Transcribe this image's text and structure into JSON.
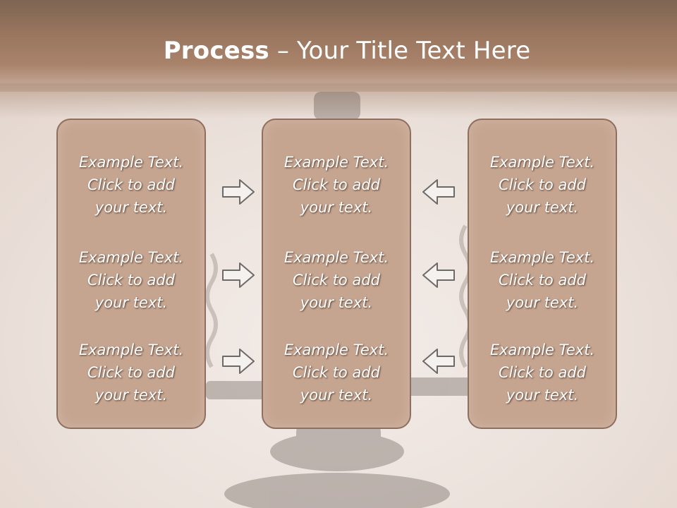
{
  "slide": {
    "title_bold": "Process",
    "title_rest": " – Your Title Text Here"
  },
  "columns": [
    {
      "items": [
        {
          "l1": "Example Text.",
          "l2": "Click  to add",
          "l3": "your text."
        },
        {
          "l1": "Example Text.",
          "l2": "Click  to add",
          "l3": "your text."
        },
        {
          "l1": "Example Text.",
          "l2": "Click  to add",
          "l3": "your text."
        }
      ]
    },
    {
      "items": [
        {
          "l1": "Example Text.",
          "l2": "Click  to add",
          "l3": "your text."
        },
        {
          "l1": "Example Text.",
          "l2": "Click  to add",
          "l3": "your text."
        },
        {
          "l1": "Example Text.",
          "l2": "Click  to add",
          "l3": "your text."
        }
      ]
    },
    {
      "items": [
        {
          "l1": "Example Text.",
          "l2": "Click  to add",
          "l3": "your text."
        },
        {
          "l1": "Example Text.",
          "l2": "Click  to add",
          "l3": "your text."
        },
        {
          "l1": "Example Text.",
          "l2": "Click  to add",
          "l3": "your text."
        }
      ]
    }
  ],
  "colors": {
    "box_fill": "#c6a590",
    "box_border": "#8f7060",
    "arrow_fill": "#f5f1ee",
    "arrow_stroke": "#6e6a68"
  },
  "icons": {
    "left_arrows": "arrow-right-icon",
    "right_arrows": "arrow-left-icon"
  }
}
